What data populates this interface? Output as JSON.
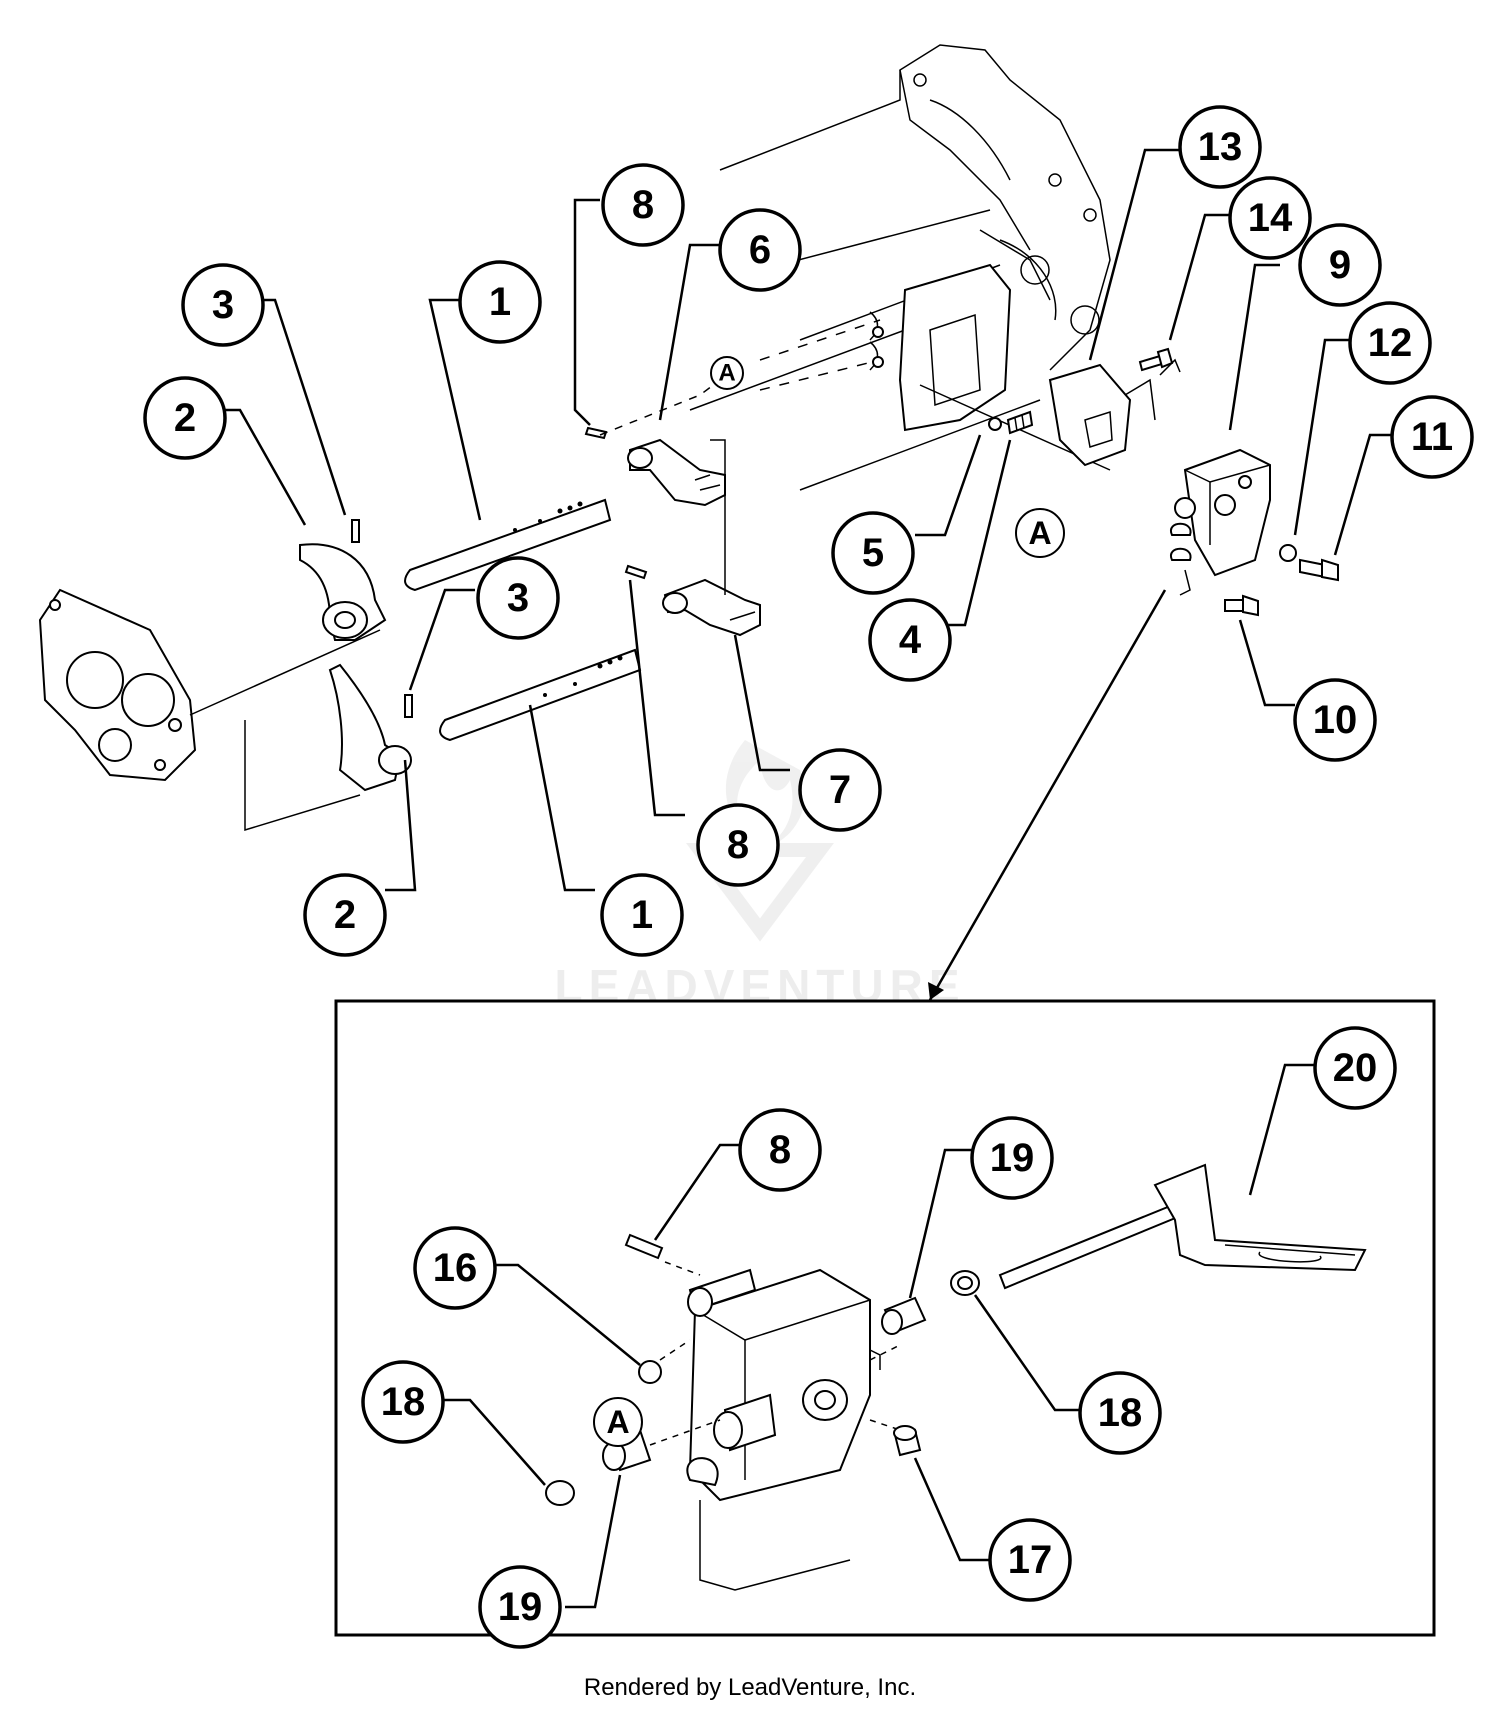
{
  "watermark": {
    "text": "LEADVENTURE"
  },
  "footer": {
    "text": "Rendered by LeadVenture, Inc."
  },
  "callouts": [
    {
      "id": "c-8-top",
      "label": "8"
    },
    {
      "id": "c-6",
      "label": "6"
    },
    {
      "id": "c-13",
      "label": "13"
    },
    {
      "id": "c-14",
      "label": "14"
    },
    {
      "id": "c-9",
      "label": "9"
    },
    {
      "id": "c-12",
      "label": "12"
    },
    {
      "id": "c-11",
      "label": "11"
    },
    {
      "id": "c-3-upper",
      "label": "3"
    },
    {
      "id": "c-1-upper",
      "label": "1"
    },
    {
      "id": "c-2-upper",
      "label": "2"
    },
    {
      "id": "c-5",
      "label": "5"
    },
    {
      "id": "c-4",
      "label": "4"
    },
    {
      "id": "c-3-lower",
      "label": "3"
    },
    {
      "id": "c-10",
      "label": "10"
    },
    {
      "id": "c-7",
      "label": "7"
    },
    {
      "id": "c-8-mid",
      "label": "8"
    },
    {
      "id": "c-2-lower",
      "label": "2"
    },
    {
      "id": "c-1-lower",
      "label": "1"
    },
    {
      "id": "c-20",
      "label": "20"
    },
    {
      "id": "c-8-detail",
      "label": "8"
    },
    {
      "id": "c-19-upper",
      "label": "19"
    },
    {
      "id": "c-16",
      "label": "16"
    },
    {
      "id": "c-18-left",
      "label": "18"
    },
    {
      "id": "c-18-right",
      "label": "18"
    },
    {
      "id": "c-17",
      "label": "17"
    },
    {
      "id": "c-19-lower",
      "label": "19"
    }
  ],
  "reference_marks": [
    {
      "id": "ref-a-top",
      "label": "A"
    },
    {
      "id": "ref-a-mid",
      "label": "A"
    },
    {
      "id": "ref-a-detail",
      "label": "A"
    }
  ]
}
